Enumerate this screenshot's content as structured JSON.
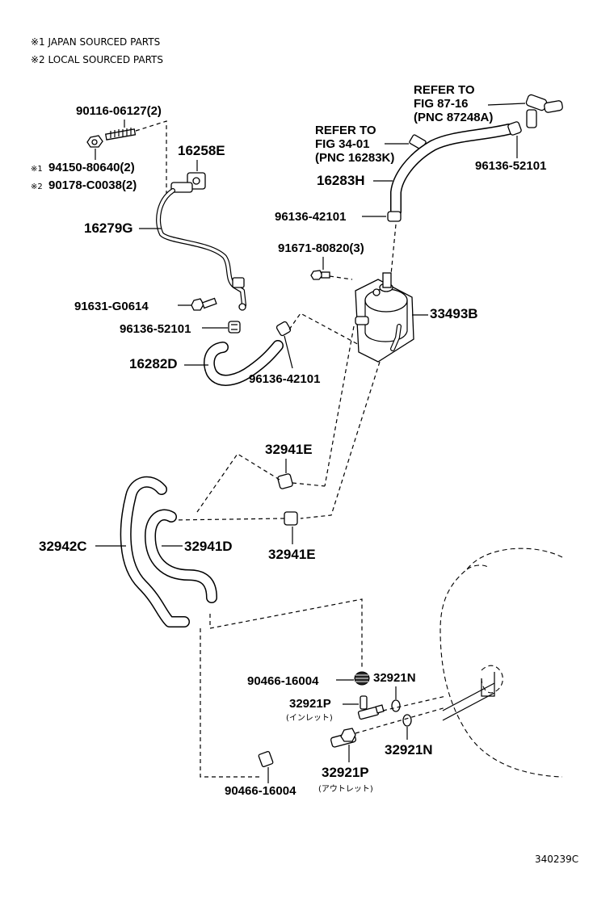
{
  "notes": {
    "japan": "※1 JAPAN SOURCED PARTS",
    "local": "※2 LOCAL SOURCED PARTS"
  },
  "references": {
    "fig87_line1": "REFER TO",
    "fig87_line2": "FIG 87-16",
    "fig87_line3": "(PNC 87248A)",
    "fig34_line1": "REFER TO",
    "fig34_line2": "FIG 34-01",
    "fig34_line3": "(PNC 16283K)"
  },
  "parts": {
    "p90116": "90116-06127(2)",
    "p94150": "94150-80640(2)",
    "p90178": "90178-C0038(2)",
    "mark1": "※1",
    "mark2": "※2",
    "p16258E": "16258E",
    "p16279G": "16279G",
    "p91631": "91631-G0614",
    "p96136_52101_left": "96136-52101",
    "p16282D": "16282D",
    "p96136_42101_lower": "96136-42101",
    "p16283H": "16283H",
    "p96136_42101_upper": "96136-42101",
    "p96136_52101_right": "96136-52101",
    "p91671": "91671-80820(3)",
    "p33493B": "33493B",
    "p32941E_top": "32941E",
    "p32941E_bottom": "32941E",
    "p32942C": "32942C",
    "p32941D": "32941D",
    "p90466_top": "90466-16004",
    "p32921N_top": "32921N",
    "p32921P_top": "32921P",
    "inlet": "(インレット)",
    "p32921N_bottom": "32921N",
    "p32921P_bottom": "32921P",
    "outlet": "(アウトレット)",
    "p90466_bottom": "90466-16004"
  },
  "figure_code": "340239C"
}
